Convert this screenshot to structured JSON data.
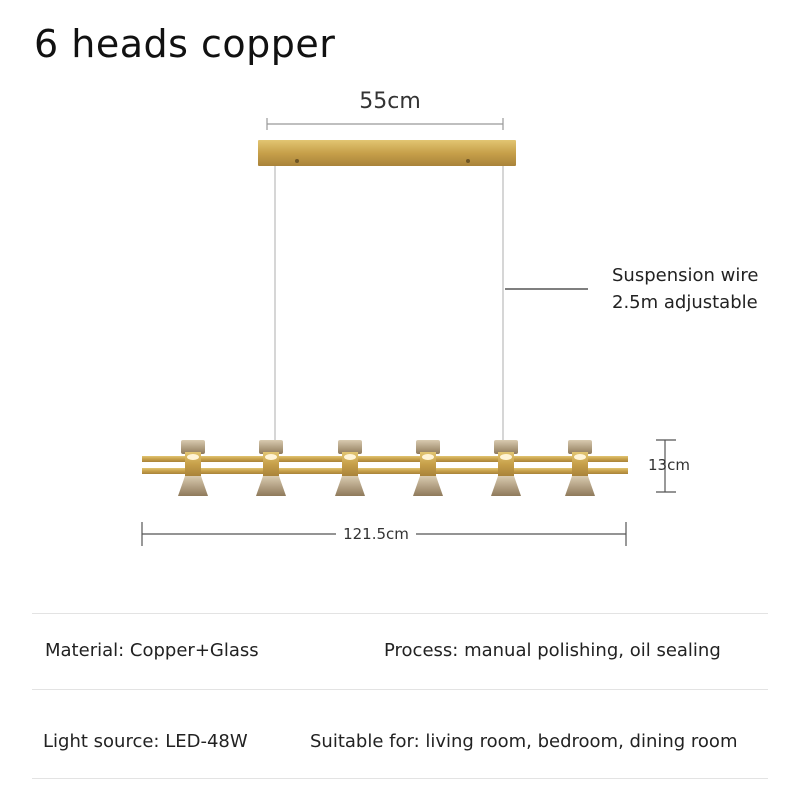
{
  "title": "6 heads copper",
  "dimensions": {
    "canopy_width": "55cm",
    "total_length": "121.5cm",
    "height": "13cm"
  },
  "callout": {
    "line1": "Suspension wire",
    "line2": "2.5m adjustable"
  },
  "specs": {
    "material": "Material: Copper+Glass",
    "process": "Process: manual polishing, oil sealing",
    "light_source": "Light source: LED-48W",
    "suitable_for": "Suitable for: living room, bedroom, dining room"
  },
  "product": {
    "head_count": 6,
    "finish_color": "#c9a44a",
    "glass_color": "#b8a88a"
  }
}
